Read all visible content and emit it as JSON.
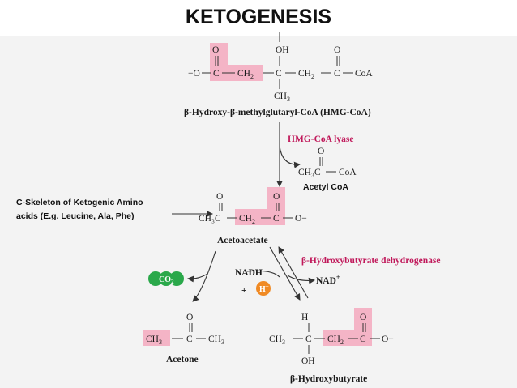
{
  "title": "KETOGENESIS",
  "hmg_coa": {
    "name": "β-Hydroxy-β-methylglutaryl-CoA (HMG-CoA)",
    "o_minus": "−O",
    "c": "C",
    "ch2": "CH",
    "sub2": "2",
    "oh": "OH",
    "ch3": "CH",
    "sub3": "3",
    "coa": "CoA",
    "o": "O"
  },
  "lyase": {
    "enzyme": "HMG-CoA lyase",
    "product_left": "CH₃C",
    "product_coa": "CoA",
    "o": "O",
    "acetyl_label": "Acetyl CoA"
  },
  "annotation": {
    "line1": "C-Skeleton of Ketogenic Amino",
    "line2": "acids (E.g. Leucine, Ala, Phe)"
  },
  "acetoacetate": {
    "name": "Acetoacetate",
    "ch3c": "CH₃C",
    "ch2": "CH",
    "sub2": "2",
    "c": "C",
    "o_minus": "O−",
    "o": "O"
  },
  "dehydrogenase": {
    "enzyme": "β-Hydroxybutyrate dehydrogenase",
    "nadh": "NADH",
    "nad": "NAD",
    "nad_plus": "+",
    "plus": "+",
    "h": "H",
    "h_plus": "+"
  },
  "co2": {
    "text": "CO",
    "sub": "2"
  },
  "acetone": {
    "name": "Acetone",
    "ch3": "CH",
    "sub3": "3",
    "c": "C",
    "o": "O"
  },
  "hydroxybutyrate": {
    "name": "β-Hydroxybutyrate",
    "ch3": "CH",
    "sub3": "3",
    "c": "C",
    "h": "H",
    "oh": "OH",
    "ch2": "CH",
    "sub2": "2",
    "o_minus": "O−",
    "o": "O"
  },
  "colors": {
    "highlight": "#f4b4c6",
    "enzyme": "#c0185a",
    "co2": "#2aa84a",
    "h_ball": "#f08a24",
    "body_bg": "#f3f3f3"
  }
}
